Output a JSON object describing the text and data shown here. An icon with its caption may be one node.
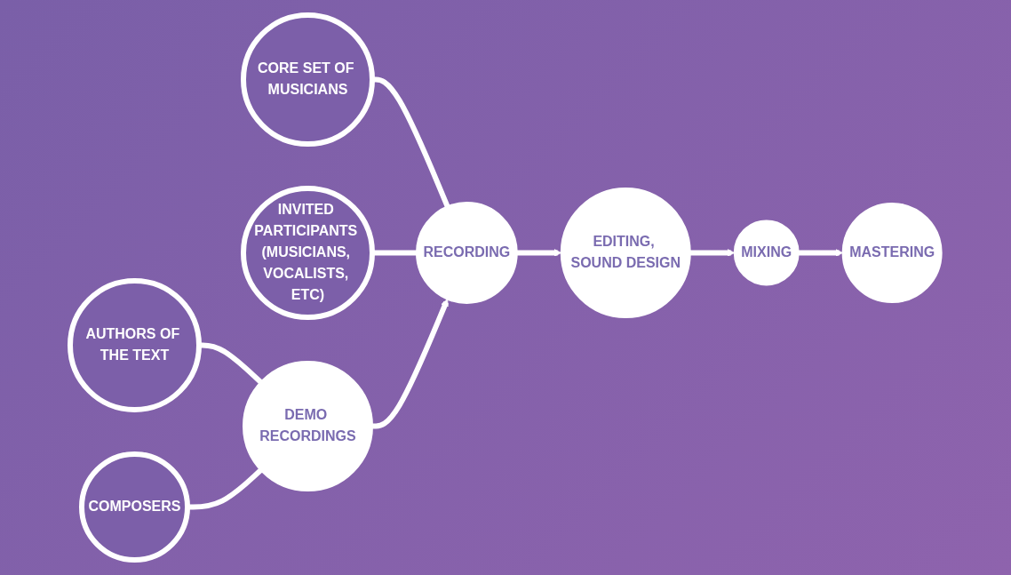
{
  "diagram": {
    "nodes": [
      {
        "text": [
          "AUTHORS OF THE TEXT"
        ]
      },
      {
        "text": [
          "CORE SET OF MUSICIANS"
        ]
      },
      {
        "text": [
          "DEMO RECORDINGS"
        ]
      },
      {
        "text": [
          "RECORDING"
        ]
      },
      {
        "text": [
          "EDITING, SOUND DESIGN"
        ]
      },
      {
        "text": [
          "MIXING"
        ]
      },
      {
        "text": [
          "MASTERING"
        ]
      },
      {
        "text": [
          "COMPOSERS"
        ]
      },
      {
        "text": [
          "INVITED PARTICIPANTS (MUSICIANS, VOCALISTS, ETC)"
        ]
      }
    ],
    "edges": [
      {
        "from": 0,
        "to": 2,
        "arrow": "none"
      },
      {
        "from": 7,
        "to": 2,
        "arrow": "none"
      },
      {
        "from": 1,
        "to": 3,
        "arrow": "none"
      },
      {
        "from": 8,
        "to": 3,
        "arrow": "none"
      },
      {
        "from": 2,
        "to": 3,
        "arrow": "to"
      },
      {
        "from": 3,
        "to": 4,
        "arrow": "to"
      },
      {
        "from": 4,
        "to": 5,
        "arrow": "to"
      },
      {
        "from": 5,
        "to": 6,
        "arrow": "to"
      }
    ]
  }
}
